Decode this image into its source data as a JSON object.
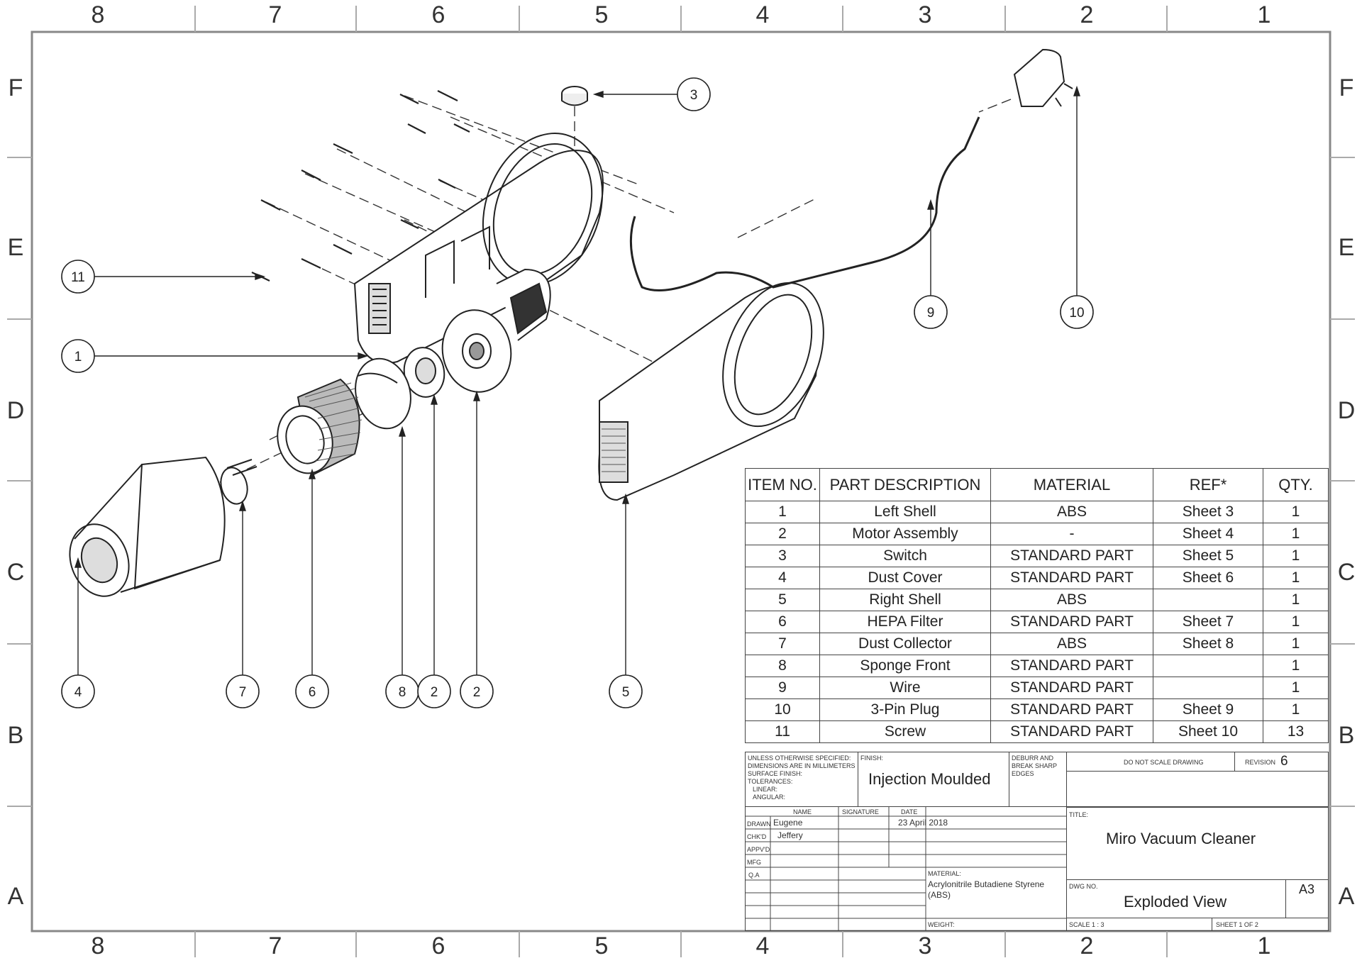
{
  "border": {
    "columns": [
      "8",
      "7",
      "6",
      "5",
      "4",
      "3",
      "2",
      "1"
    ],
    "rows": [
      "F",
      "E",
      "D",
      "C",
      "B",
      "A"
    ]
  },
  "balloons": [
    "3",
    "11",
    "1",
    "9",
    "10",
    "4",
    "7",
    "6",
    "8",
    "2",
    "2",
    "5"
  ],
  "bom": {
    "headers": [
      "ITEM NO.",
      "PART DESCRIPTION",
      "MATERIAL",
      "REF*",
      "QTY."
    ],
    "rows": [
      [
        "1",
        "Left Shell",
        "ABS",
        "Sheet 3",
        "1"
      ],
      [
        "2",
        "Motor Assembly",
        "-",
        "Sheet 4",
        "1"
      ],
      [
        "3",
        "Switch",
        "STANDARD PART",
        "Sheet 5",
        "1"
      ],
      [
        "4",
        "Dust Cover",
        "STANDARD PART",
        "Sheet 6",
        "1"
      ],
      [
        "5",
        "Right Shell",
        "ABS",
        "",
        "1"
      ],
      [
        "6",
        "HEPA Filter",
        "STANDARD PART",
        "Sheet 7",
        "1"
      ],
      [
        "7",
        "Dust Collector",
        "ABS",
        "Sheet 8",
        "1"
      ],
      [
        "8",
        "Sponge Front",
        "STANDARD PART",
        "",
        "1"
      ],
      [
        "9",
        "Wire",
        "STANDARD PART",
        "",
        "1"
      ],
      [
        "10",
        "3-Pin Plug",
        "STANDARD PART",
        "Sheet 9",
        "1"
      ],
      [
        "11",
        "Screw",
        "STANDARD PART",
        "Sheet 10",
        "13"
      ]
    ]
  },
  "title_block": {
    "notes": [
      "UNLESS OTHERWISE SPECIFIED:",
      "DIMENSIONS ARE IN MILLIMETERS",
      "SURFACE FINISH:",
      "TOLERANCES:",
      "LINEAR:",
      "ANGULAR:"
    ],
    "finish_label": "FINISH:",
    "finish": "Injection Moulded",
    "deburr": [
      "DEBURR AND",
      "BREAK SHARP",
      "EDGES"
    ],
    "do_not_scale": "DO NOT SCALE DRAWING",
    "revision_label": "REVISION",
    "revision": "6",
    "name_label": "NAME",
    "signature_label": "SIGNATURE",
    "date_label": "DATE",
    "drawn_label": "DRAWN",
    "drawn_name": "Eugene",
    "drawn_date": "23 April 2018",
    "checked_label": "CHK'D",
    "checked_name": "Jeffery",
    "approved_label": "APPV'D",
    "mfg_label": "MFG",
    "qa_label": "Q.A",
    "title_label": "TITLE:",
    "title": "Miro Vacuum Cleaner",
    "material_label": "MATERIAL:",
    "material": [
      "Acrylonitrile Butadiene Styrene",
      "(ABS)"
    ],
    "dwg_no_label": "DWG NO.",
    "dwg_no": "Exploded View",
    "size": "A3",
    "weight_label": "WEIGHT:",
    "scale": "SCALE 1 : 3",
    "sheet": "SHEET 1 OF 2"
  }
}
